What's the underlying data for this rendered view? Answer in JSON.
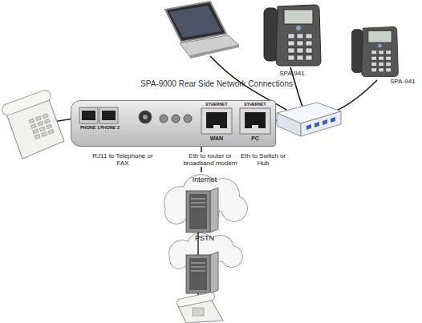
{
  "diagram": {
    "title": "SPA-9000 Rear Side Network Connections",
    "nodes": [
      {
        "text": [
          "PHONE 1",
          "PHONE 2",
          "ETHERNET",
          "WAN",
          "ETHERNET",
          "PC"
        ]
      },
      {
        "text": [
          "SPA-941"
        ]
      },
      {
        "text": [
          "SPA-941"
        ]
      },
      {
        "text": [
          "Internet"
        ]
      },
      {
        "text": [
          "PSTN"
        ]
      }
    ],
    "edges": [
      {
        "from": 0,
        "to": 3,
        "arrow": "none"
      },
      {
        "from": 3,
        "to": 4,
        "arrow": "none"
      }
    ],
    "labels": [
      "RJ11 to Telephone or FAX",
      "Eth to router or broadband modem",
      "Eth to Switch or Hub"
    ]
  }
}
